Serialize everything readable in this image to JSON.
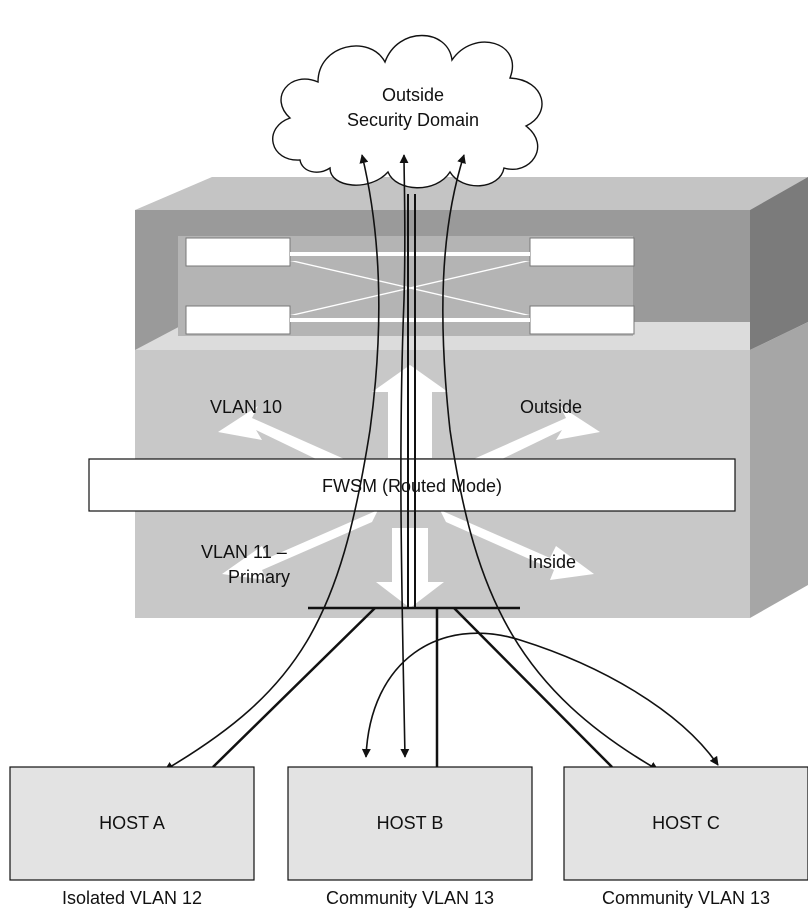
{
  "cloud": {
    "line1": "Outside",
    "line2": "Security Domain"
  },
  "fwsm": {
    "label": "FWSM (Routed Mode)"
  },
  "vlans": {
    "vlan10": "VLAN 10",
    "outside": "Outside",
    "vlan11_line1": "VLAN 11 –",
    "vlan11_line2": "Primary",
    "inside": "Inside"
  },
  "hosts": [
    {
      "name": "HOST A",
      "vlan": "Isolated VLAN 12"
    },
    {
      "name": "HOST B",
      "vlan": "Community VLAN 13"
    },
    {
      "name": "HOST C",
      "vlan": "Community VLAN 13"
    }
  ],
  "colors": {
    "switch_top": "#c6c6c6",
    "switch_front_top": "#8f8f8f",
    "switch_front_bottom": "#bdbdbd",
    "switch_side": "#7a7a7a",
    "host_fill": "#e2e2e2"
  }
}
